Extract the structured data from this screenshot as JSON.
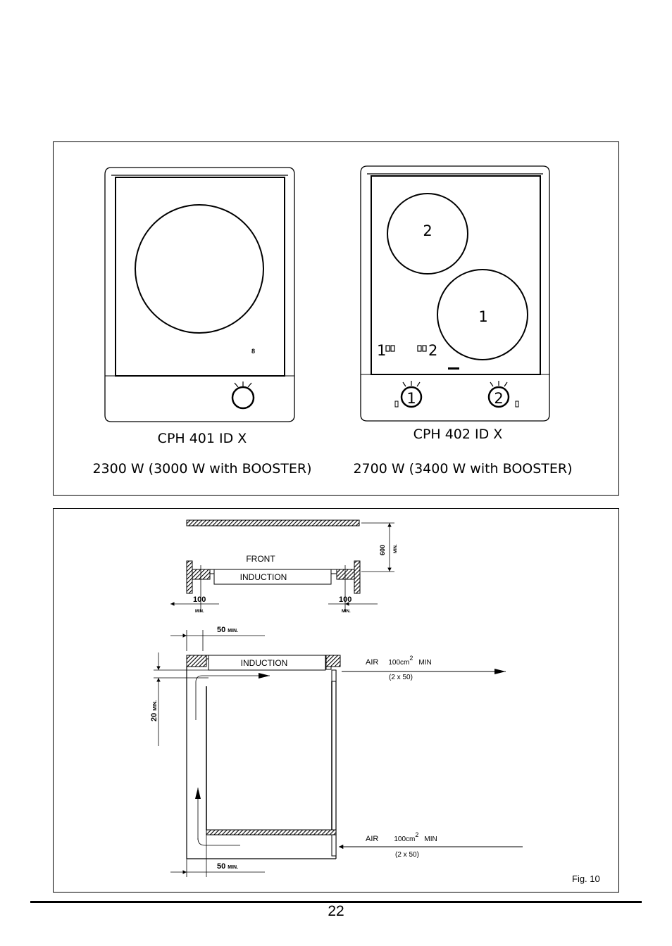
{
  "models": [
    {
      "name": "CPH 401 ID X",
      "power": "2300 W (3000 W with BOOSTER)",
      "zone_marks": "8"
    },
    {
      "name": "CPH 402 ID X",
      "power": "2700 W (3400 W with BOOSTER)",
      "zone_labels": [
        "2",
        "1"
      ],
      "display_left": "1",
      "display_right": "2",
      "knob_labels": [
        "1",
        "2"
      ]
    }
  ],
  "install": {
    "front_label": "FRONT",
    "induction_label": "INDUCTION",
    "dim_600": "600",
    "min_label": "MIN.",
    "dim_100": "100",
    "dim_50": "50",
    "dim_20": "20",
    "air_label": "AIR",
    "air_value": "100cm",
    "air_sup": "2",
    "air_min": "MIN",
    "air_detail": "(2  x  50)"
  },
  "figure_label": "Fig. 10",
  "page_number": "22"
}
